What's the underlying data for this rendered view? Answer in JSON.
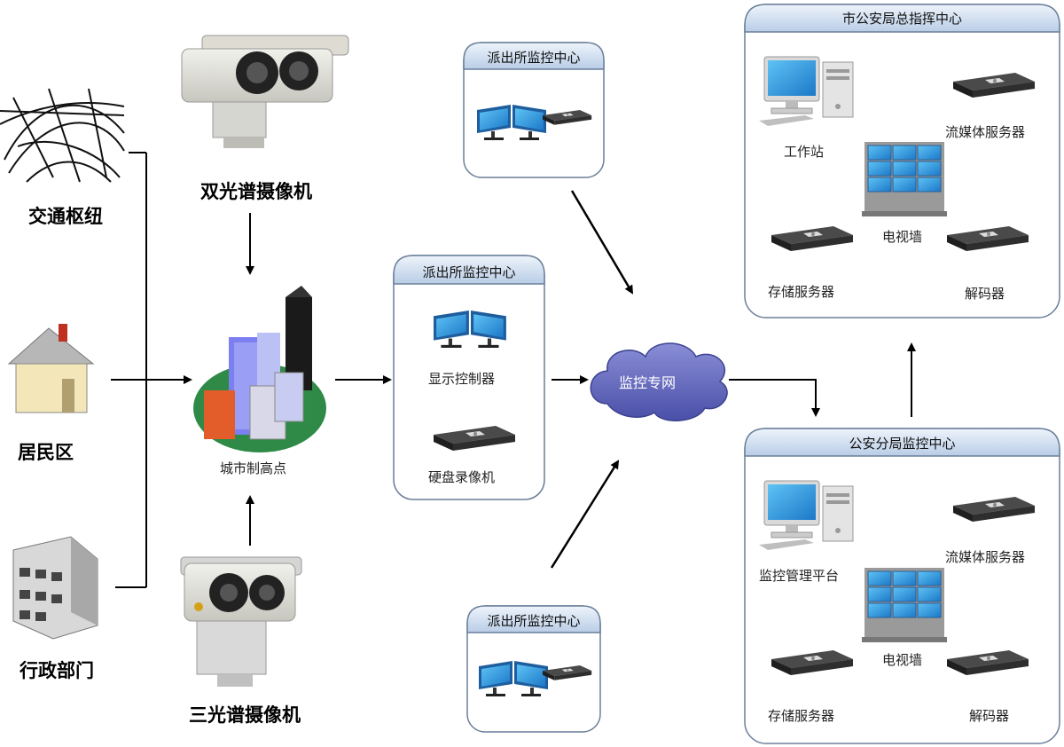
{
  "sources": {
    "traffic": "交通枢纽",
    "residential": "居民区",
    "admin": "行政部门"
  },
  "cameras": {
    "dual": "双光谱摄像机",
    "triple": "三光谱摄像机"
  },
  "hub": {
    "label": "城市制高点"
  },
  "station_top": {
    "title": "派出所监控中心"
  },
  "station_mid": {
    "title": "派出所监控中心",
    "display": "显示控制器",
    "recorder": "硬盘录像机"
  },
  "station_bottom": {
    "title": "派出所监控中心"
  },
  "network": {
    "label": "监控专网"
  },
  "city_center": {
    "title": "市公安局总指挥中心",
    "workstation": "工作站",
    "streaming": "流媒体服务器",
    "tvwall": "电视墙",
    "storage": "存储服务器",
    "decoder": "解码器"
  },
  "branch_center": {
    "title": "公安分局监控中心",
    "platform": "监控管理平台",
    "streaming": "流媒体服务器",
    "tvwall": "电视墙",
    "storage": "存储服务器",
    "decoder": "解码器"
  }
}
